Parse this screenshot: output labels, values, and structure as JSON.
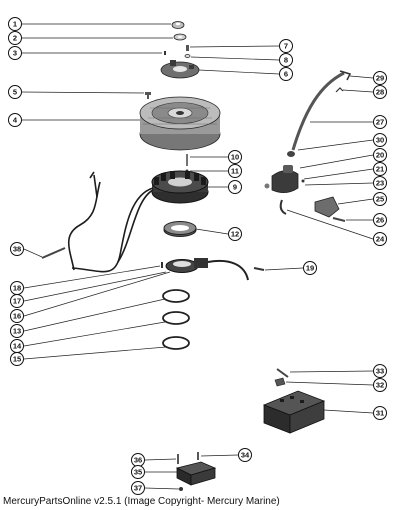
{
  "diagram": {
    "callouts": [
      {
        "id": "c1",
        "label": "1"
      },
      {
        "id": "c2",
        "label": "2"
      },
      {
        "id": "c3",
        "label": "3"
      },
      {
        "id": "c7",
        "label": "7"
      },
      {
        "id": "c8",
        "label": "8"
      },
      {
        "id": "c6",
        "label": "6"
      },
      {
        "id": "c5",
        "label": "5"
      },
      {
        "id": "c4",
        "label": "4"
      },
      {
        "id": "c29",
        "label": "29"
      },
      {
        "id": "c28",
        "label": "28"
      },
      {
        "id": "c27",
        "label": "27"
      },
      {
        "id": "c30",
        "label": "30"
      },
      {
        "id": "c20",
        "label": "20"
      },
      {
        "id": "c21",
        "label": "21"
      },
      {
        "id": "c23",
        "label": "23"
      },
      {
        "id": "c25",
        "label": "25"
      },
      {
        "id": "c26",
        "label": "26"
      },
      {
        "id": "c24",
        "label": "24"
      },
      {
        "id": "c10",
        "label": "10"
      },
      {
        "id": "c11",
        "label": "11"
      },
      {
        "id": "c9",
        "label": "9"
      },
      {
        "id": "c12",
        "label": "12"
      },
      {
        "id": "c38",
        "label": "38"
      },
      {
        "id": "c19",
        "label": "19"
      },
      {
        "id": "c18",
        "label": "18"
      },
      {
        "id": "c17",
        "label": "17"
      },
      {
        "id": "c16",
        "label": "16"
      },
      {
        "id": "c13",
        "label": "13"
      },
      {
        "id": "c14",
        "label": "14"
      },
      {
        "id": "c15",
        "label": "15"
      },
      {
        "id": "c33",
        "label": "33"
      },
      {
        "id": "c32",
        "label": "32"
      },
      {
        "id": "c31",
        "label": "31"
      },
      {
        "id": "c36",
        "label": "36"
      },
      {
        "id": "c34",
        "label": "34"
      },
      {
        "id": "c35",
        "label": "35"
      },
      {
        "id": "c37",
        "label": "37"
      }
    ]
  },
  "footer": {
    "text": "MercuryPartsOnline v2.5.1 (Image Copyright- Mercury Marine)"
  }
}
